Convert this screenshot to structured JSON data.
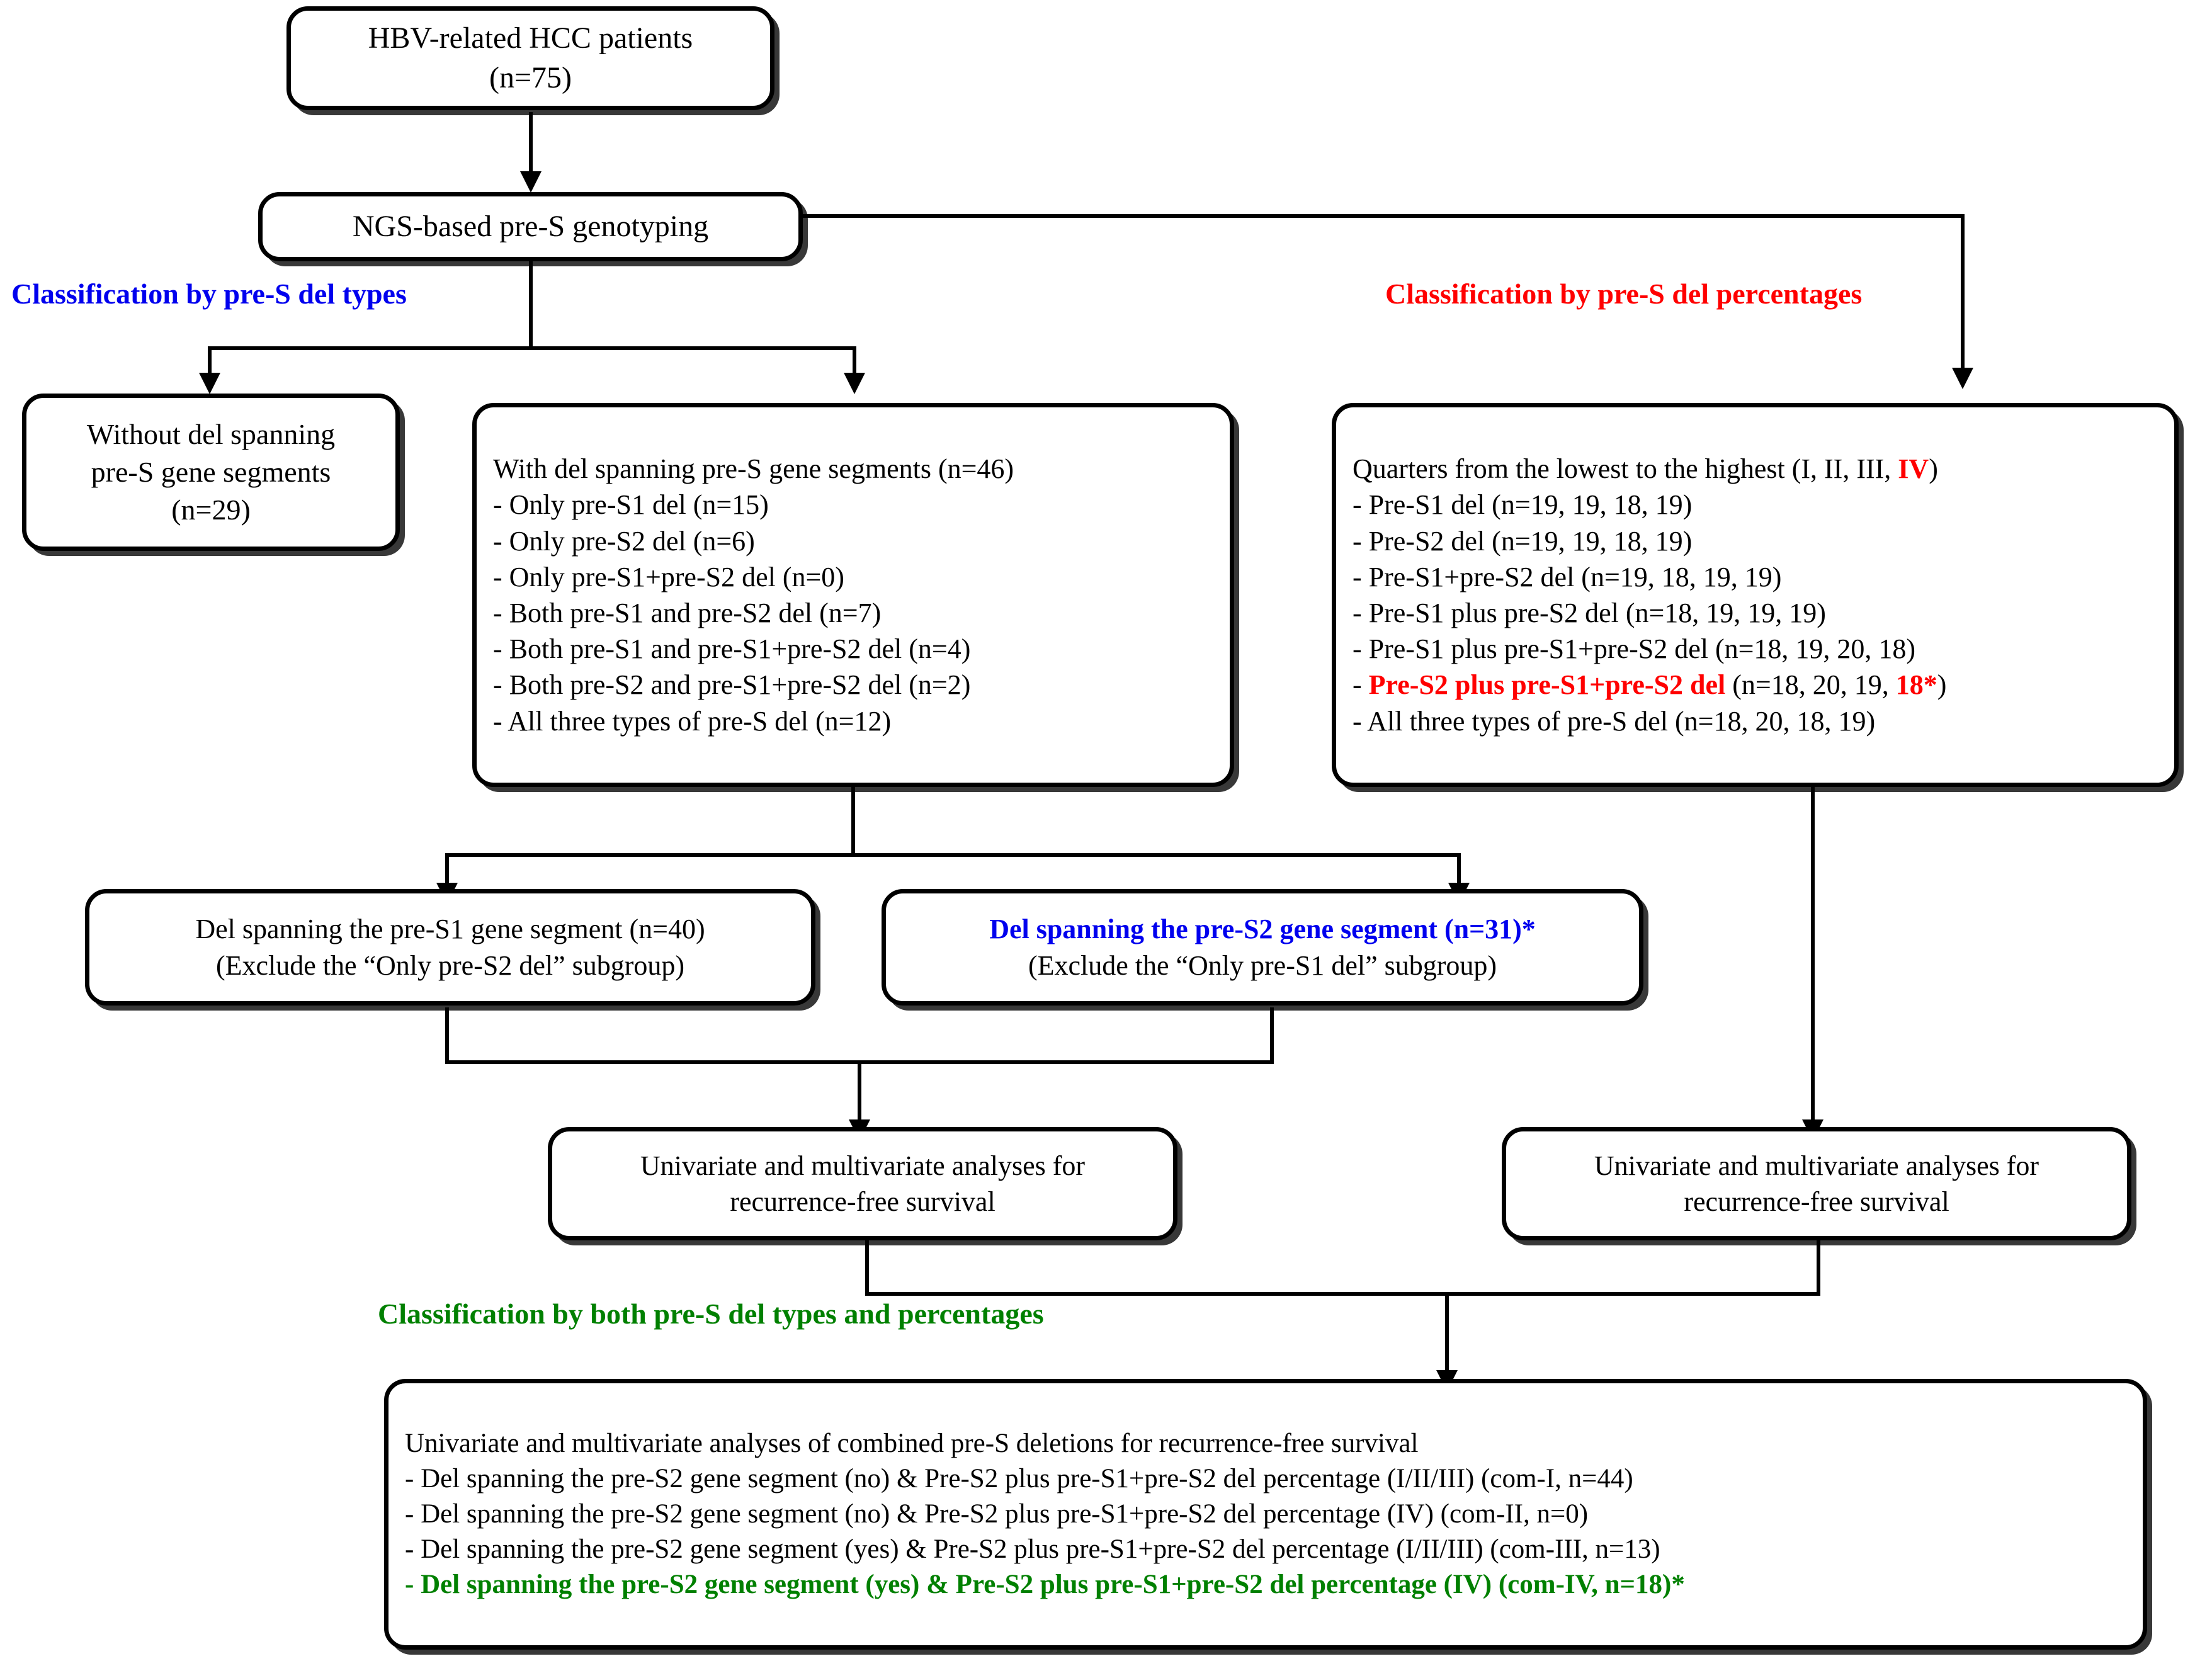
{
  "title": "HBV-related HCC pre-S deletion study flowchart",
  "colors": {
    "blue": "#0000ee",
    "red": "#ff0000",
    "green": "#008000",
    "outline": "#000000",
    "background": "#ffffff"
  },
  "nodes": {
    "cohort": {
      "line1": "HBV-related HCC patients",
      "line2": "(n=75)"
    },
    "genotyping": {
      "label": "NGS-based pre-S genotyping"
    },
    "without_del": {
      "line1": "Without del spanning",
      "line2": "pre-S gene segments",
      "line3": "(n=29)"
    },
    "with_del": {
      "header": "With del spanning pre-S gene segments (n=46)",
      "items": [
        "- Only pre-S1 del (n=15)",
        "- Only pre-S2 del (n=6)",
        "- Only pre-S1+pre-S2 del (n=0)",
        "- Both pre-S1 and pre-S2 del (n=7)",
        "- Both pre-S1 and pre-S1+pre-S2 del (n=4)",
        "- Both pre-S2 and pre-S1+pre-S2 del (n=2)",
        "- All three types of pre-S del (n=12)"
      ]
    },
    "quarters": {
      "header_pre": "Quarters from the lowest to the highest (I, II, III, ",
      "header_iv": "IV",
      "header_post": ")",
      "items": [
        "- Pre-S1 del (n=19, 19, 18, 19)",
        "- Pre-S2 del (n=19, 19, 18, 19)",
        "- Pre-S1+pre-S2 del (n=19, 18, 19, 19)",
        "- Pre-S1 plus pre-S2 del (n=18, 19, 19, 19)",
        "- Pre-S1 plus pre-S1+pre-S2 del (n=18, 19, 20, 18)"
      ],
      "highlight_row": {
        "dash": "- ",
        "bold_red": "Pre-S2 plus pre-S1+pre-S2 del",
        "mid": " (n=18, 20, 19, ",
        "bold_red_tail": "18*",
        "end": ")"
      },
      "last_item": "- All three types of pre-S del (n=18, 20, 18, 19)"
    },
    "del_pres1": {
      "line1": "Del spanning the pre-S1 gene segment (n=40)",
      "line2": "(Exclude the “Only pre-S2 del” subgroup)"
    },
    "del_pres2": {
      "line1": "Del spanning the pre-S2 gene segment (n=31)*",
      "line2": "(Exclude the “Only pre-S1 del” subgroup)"
    },
    "analysis_left": {
      "line1": "Univariate and multivariate analyses for",
      "line2": "recurrence-free survival"
    },
    "analysis_right": {
      "line1": "Univariate and multivariate analyses for",
      "line2": "recurrence-free survival"
    },
    "combined": {
      "header": "Univariate and multivariate analyses of combined pre-S deletions for recurrence-free survival",
      "items": [
        "- Del spanning the pre-S2 gene segment (no) & Pre-S2 plus pre-S1+pre-S2 del percentage (I/II/III) (com-I, n=44)",
        "- Del spanning the pre-S2 gene segment (no) & Pre-S2 plus pre-S1+pre-S2 del percentage (IV) (com-II, n=0)",
        "- Del spanning the pre-S2 gene segment (yes) & Pre-S2 plus pre-S1+pre-S2 del percentage (I/II/III) (com-III, n=13)"
      ],
      "highlight_item": "- Del spanning the pre-S2 gene segment (yes) & Pre-S2 plus pre-S1+pre-S2 del percentage (IV) (com-IV, n=18)*"
    }
  },
  "captions": {
    "by_types": "Classification by pre-S del types",
    "by_percentages": "Classification by pre-S del percentages",
    "by_both": "Classification by both pre-S del types and percentages"
  }
}
